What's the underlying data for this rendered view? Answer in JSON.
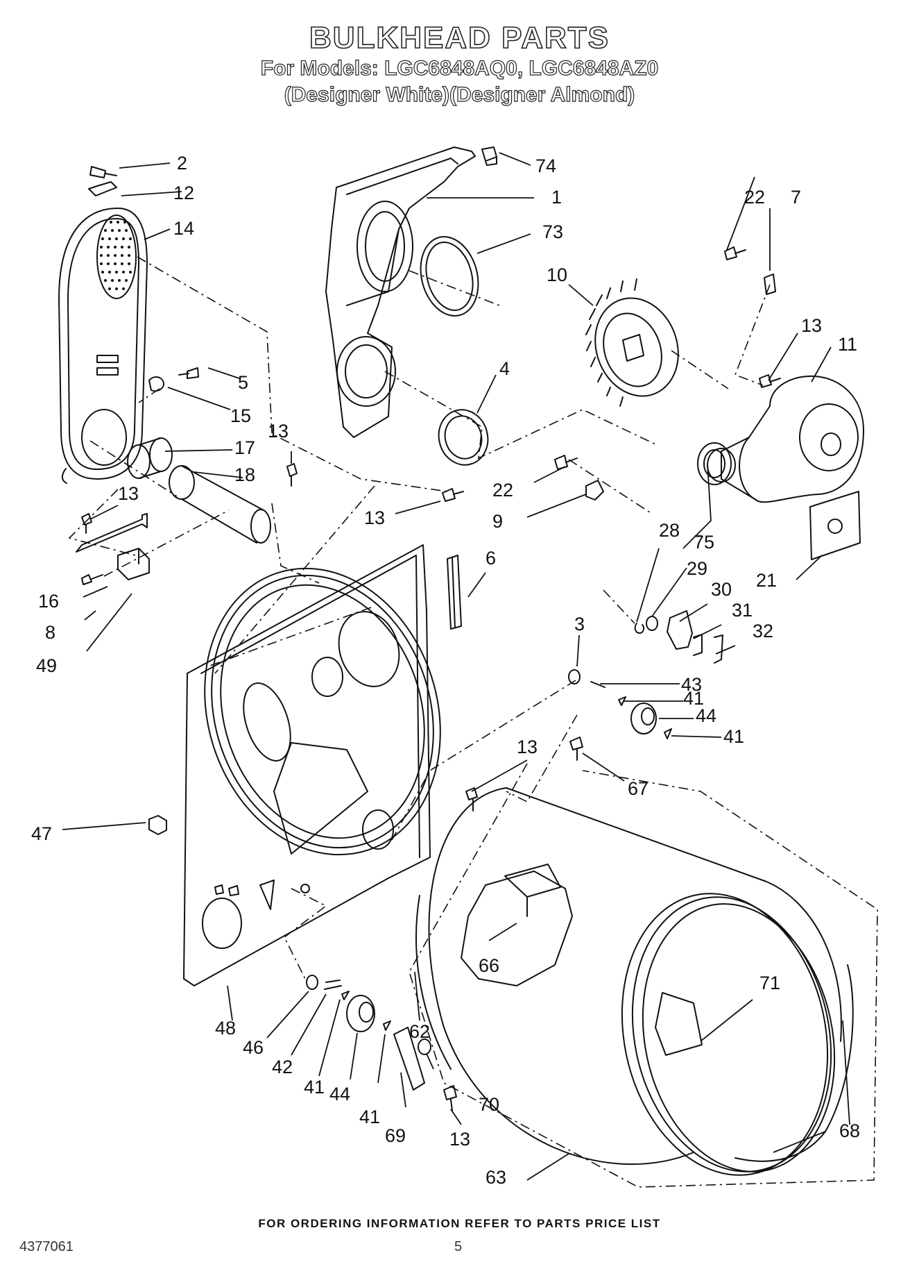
{
  "header": {
    "title": "BULKHEAD PARTS",
    "models": "For Models: LGC6848AQ0, LGC6848AZ0",
    "colors": "(Designer White)(Designer Almond)"
  },
  "footer": {
    "ordering_note": "FOR ORDERING INFORMATION REFER TO PARTS PRICE LIST",
    "doc_number": "4377061",
    "page_number": "5"
  },
  "callouts": [
    "1",
    "2",
    "3",
    "4",
    "5",
    "6",
    "7",
    "8",
    "9",
    "10",
    "11",
    "12",
    "13",
    "14",
    "15",
    "16",
    "17",
    "18",
    "21",
    "22",
    "28",
    "29",
    "30",
    "31",
    "32",
    "41",
    "42",
    "43",
    "44",
    "46",
    "47",
    "48",
    "49",
    "62",
    "63",
    "66",
    "67",
    "68",
    "69",
    "70",
    "71",
    "73",
    "74",
    "75"
  ],
  "colors": {
    "line": "#111111",
    "paper": "#ffffff"
  }
}
